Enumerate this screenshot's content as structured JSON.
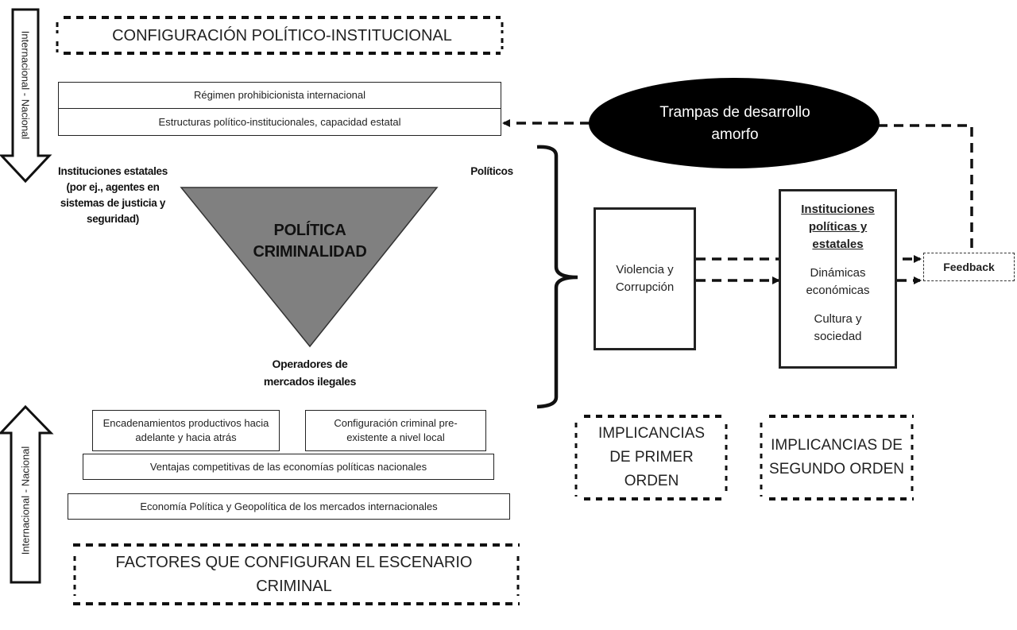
{
  "figure": {
    "top_title": "CONFIGURACIÓN POLÍTICO-INSTITUCIONAL",
    "bottom_title": "FACTORES QUE CONFIGURAN EL ESCENARIO CRIMINAL",
    "arrow_down_label": "Internacional - Nacional",
    "arrow_up_label": "Internacional - Nacional",
    "top_stack": [
      "Régimen prohibicionista internacional",
      "Estructuras político-institucionales, capacidad estatal"
    ],
    "triangle": {
      "center_line1": "POLÍTICA",
      "center_line2": "CRIMINALIDAD",
      "vertex_left": "Instituciones estatales (por ej., agentes en sistemas de justicia y seguridad)",
      "vertex_right": "Políticos",
      "vertex_bottom": "Operadores de mercados ilegales",
      "fill_color": "#808080"
    },
    "bottom_stack": {
      "top_left": "Encadenamientos productivos hacia adelante y hacia atrás",
      "top_right": "Configuración criminal pre-existente a nivel local",
      "middle": "Ventajas competitivas de las economías políticas nacionales",
      "base": "Economía Política y Geopolítica de los mercados internacionales"
    },
    "ellipse": {
      "label": "Trampas de desarrollo amorfo",
      "fill_color": "#000000",
      "text_color": "#ffffff"
    },
    "violence_box": "Violencia y Corrupción",
    "institutions_box": {
      "heading": "Instituciones políticas y estatales",
      "item1": "Dinámicas económicas",
      "item2": "Cultura y sociedad"
    },
    "feedback_box": "Feedback",
    "implications": [
      "IMPLICANCIAS DE PRIMER ORDEN",
      "IMPLICANCIAS DE SEGUNDO ORDEN"
    ]
  }
}
